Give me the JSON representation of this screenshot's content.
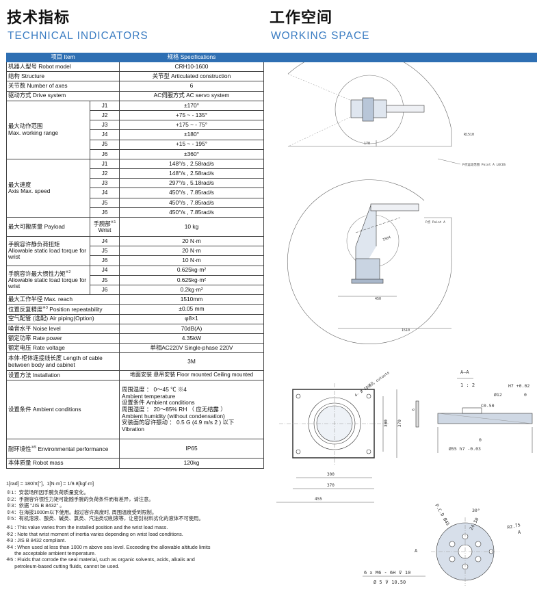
{
  "headers": {
    "tech_cn": "技术指标",
    "tech_en": "TECHNICAL INDICATORS",
    "work_cn": "工作空间",
    "work_en": "WORKING SPACE"
  },
  "table": {
    "head_item": "项目 Item",
    "head_spec": "规格 Specifications",
    "model_label": "机器人型号 Robot model",
    "model_value": "CRH10-1600",
    "structure_label": "结构 Structure",
    "structure_value": "关节型 Articulated construction",
    "axes_label": "关节数 Number of axes",
    "axes_value": "6",
    "drive_label": "驱动方式 Drive system",
    "drive_value": "AC伺服方式 AC servo system",
    "range_label_cn": "最大动作范围",
    "range_label_en": "Max. working range",
    "range": [
      {
        "j": "J1",
        "v": "±170°"
      },
      {
        "j": "J2",
        "v": "+75 ~ - 135°"
      },
      {
        "j": "J3",
        "v": "+175 ~ - 75°"
      },
      {
        "j": "J4",
        "v": "±180°"
      },
      {
        "j": "J5",
        "v": "+15 ~ - 195°"
      },
      {
        "j": "J6",
        "v": "±360°"
      }
    ],
    "speed_label_cn": "最大速度",
    "speed_label_en": "Axis Max. speed",
    "speed": [
      {
        "j": "J1",
        "v": "148°/s , 2.58rad/s"
      },
      {
        "j": "J2",
        "v": "148°/s , 2.58rad/s"
      },
      {
        "j": "J3",
        "v": "297°/s , 5.18rad/s"
      },
      {
        "j": "J4",
        "v": "450°/s , 7.85rad/s"
      },
      {
        "j": "J5",
        "v": "450°/s , 7.85rad/s"
      },
      {
        "j": "J6",
        "v": "450°/s , 7.85rad/s"
      }
    ],
    "payload_label": "最大可搬质量 Payload",
    "payload_sub_cn": "手腕部",
    "payload_sub_mark": "※1",
    "payload_sub_en": "Wrist",
    "payload_value": "10 kg",
    "torque_label_cn": "手腕容许静负荷扭矩",
    "torque_label_en": "Allowable static load torque for wrist",
    "torque": [
      {
        "j": "J4",
        "v": "20 N·m"
      },
      {
        "j": "J5",
        "v": "20 N·m"
      },
      {
        "j": "J6",
        "v": "10 N·m"
      }
    ],
    "inertia_label_cn": "手腕容许最大惯性力矩",
    "inertia_mark": "※2",
    "inertia_label_en": "Allowable static load torque for wrist",
    "inertia": [
      {
        "j": "J4",
        "v": "0.625kg·m²"
      },
      {
        "j": "J5",
        "v": "0.625kg·m²"
      },
      {
        "j": "J6",
        "v": "0.2kg·m²"
      }
    ],
    "reach_label": "最大工作半径 Max. reach",
    "reach_value": "1510mm",
    "repeat_label_cn": "位置反复精度",
    "repeat_mark": "※3",
    "repeat_label_en": " Position repeatability",
    "repeat_value": "±0.05 mm",
    "air_label": "空气配管 (选配) Air piping(Option)",
    "air_value": "φ8×1",
    "noise_label": "噪音水平 Noise level",
    "noise_value": "70dB(A)",
    "power_label": "额定功率 Rate power",
    "power_value": "4.35kW",
    "voltage_label": "额定电压 Rate voltage",
    "voltage_value": "单相AC220V  Single-phase 220V",
    "cable_label": "本体-柜体连接线长度  Length of cable between body and cabinet",
    "cable_value": "3M",
    "install_label": "设置方法  Installation",
    "install_value": "地面安装 悬吊安装 Floor mounted Ceiling mounted",
    "cond_label": "设置条件  Ambient conditions",
    "cond_lines": [
      "周围温度 ： 0～45 ℃ ※4",
      "Ambient temperature",
      "设置条件 Ambient conditions",
      "周围湿度 ： 20～85% RH （ 应无结露 ）",
      "Ambient humidity (without condensation)",
      "安装面的容许振动 ： 0.5 G (4.9 m/s 2 ) 以下",
      "Vibration"
    ],
    "env_label_cn": "耐环境性",
    "env_mark": "※5",
    "env_label_en": " Environmental performance",
    "env_value": "IP65",
    "mass_label": "本体质量  Robot mass",
    "mass_value": "120kg"
  },
  "notes": [
    "1[rad] = 180/π[°],  1[N·m] = 1/9.8[kgf·m]",
    "※1：安装场所因手腕负荷质量变化。",
    "※2：手腕容许惯性力矩可能随手腕的负荷条件而有差异，请注意。",
    "※3：依据 \"JIS B 8432\" 。",
    "※4：在海拔1000m以下使用。超过容许高度时, 周围温度受到限制。",
    "※5：有机溶液、酸类、碱类、氯类、汽油类切削液等，让密封材料劣化的液体不可使用。",
    "※1 : This value varies from the installed position and the wrist load mass.",
    "※2 : Note that wrist moment of inertia varies depending on wrist load conditions.",
    "※3 : JIS B 8432 compliant.",
    "※4 : When used at less than 1000 m above sea level. Exceeding the allowable altitude limits",
    "      the acceptable ambient temperature.",
    "※5 : Fluids that corrode the seal material, such as organic solvents, acids, alkalis and",
    "      petroleum-based cutting fluids, cannot be used."
  ],
  "drawing": {
    "r1510": "R1510",
    "d170": "170",
    "pointA_label": "P点运动范围 Point A LOCUS",
    "pa": "P点 Point A",
    "d1504": "1504",
    "d450": "450",
    "d1510": "1510",
    "cutouts": "4- Ø 18通孔 cutouts",
    "d300v": "300",
    "d370v": "370",
    "d300h": "300",
    "d370h": "370",
    "d455": "455",
    "d6": "6",
    "aa": "A—A",
    "scale": "1 : 2",
    "h7": "H7 +0.02",
    "h7b": "0",
    "d12": "Ø12",
    "c05": "C0.50",
    "zero": "0",
    "d55": "Ø55 h7 -0.03",
    "pcd": "P.C.D Ø45",
    "deg30": "30°",
    "d2450": "24.50",
    "r275": "R2.75",
    "a_left": "A",
    "a_right": "A",
    "m6": "6 x  M6 - 6H ⊽ 10",
    "d5": "Ø 5 ⊽ 10.50"
  }
}
